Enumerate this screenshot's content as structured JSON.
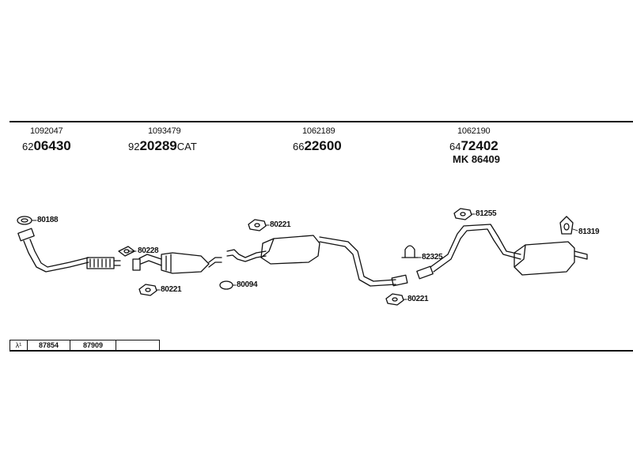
{
  "groups": [
    {
      "ref": "1092047",
      "prefix": "62",
      "main": "06430",
      "suffix": ""
    },
    {
      "ref": "1093479",
      "prefix": "92",
      "main": "20289",
      "suffix": "CAT"
    },
    {
      "ref": "1062189",
      "prefix": "66",
      "main": "22600",
      "suffix": ""
    },
    {
      "ref": "1062190",
      "prefix": "64",
      "main": "72402",
      "suffix": ""
    }
  ],
  "mk_code": "MK  86409",
  "labels": {
    "l80188": "80188",
    "l80228": "80228",
    "l80221a": "80221",
    "l80221b": "80221",
    "l80094": "80094",
    "l80221c": "80221",
    "l81255": "81255",
    "l82325": "82325",
    "l81319": "81319"
  },
  "legend": {
    "symbol": "λ¹",
    "c1": "87854",
    "c2": "87909",
    "c3": ""
  }
}
